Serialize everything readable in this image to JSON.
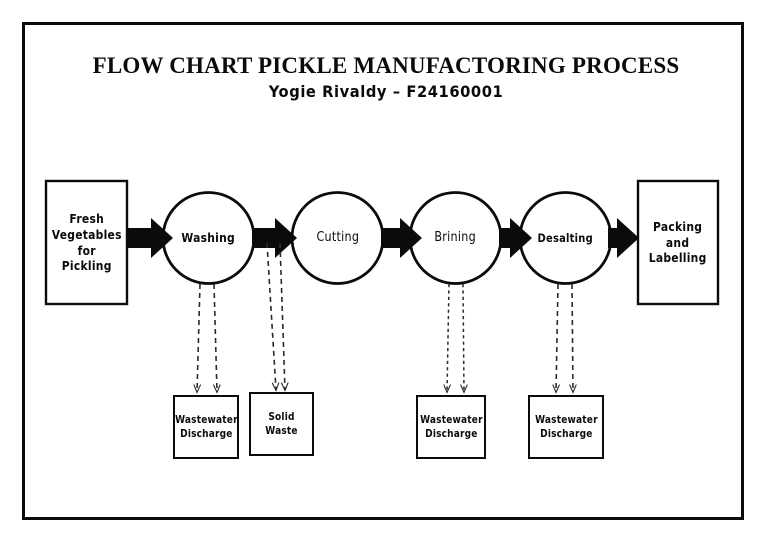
{
  "document": {
    "title": "FLOW CHART PICKLE MANUFACTORING PROCESS",
    "subtitle": "Yogie Rivaldy – F24160001"
  },
  "colors": {
    "ink": "#0b0b0b",
    "paper": "#ffffff",
    "dashed": "#2a2a2a"
  },
  "process": {
    "input": {
      "label": "Fresh\nVegetables\nfor\nPickling",
      "lines": [
        "Fresh",
        "Vegetables",
        "for",
        "Pickling"
      ]
    },
    "steps": [
      {
        "id": "washing",
        "label": "Washing",
        "weight": "bold"
      },
      {
        "id": "cutting",
        "label": "Cutting",
        "weight": "light"
      },
      {
        "id": "brining",
        "label": "Brining",
        "weight": "light"
      },
      {
        "id": "desalting",
        "label": "Desalting",
        "weight": "bold"
      }
    ],
    "output": {
      "label": "Packing\nand\nLabelling",
      "lines": [
        "Packing",
        "and",
        "Labelling"
      ]
    }
  },
  "waste_outputs": [
    {
      "id": "washing-wastewater",
      "lines": [
        "Wastewater",
        "Discharge"
      ],
      "source": "Washing"
    },
    {
      "id": "cutting-solidwaste",
      "lines": [
        "Solid Waste"
      ],
      "source": "Cutting"
    },
    {
      "id": "brining-wastewater",
      "lines": [
        "Wastewater",
        "Discharge"
      ],
      "source": "Brining"
    },
    {
      "id": "desalting-wastewater",
      "lines": [
        "Wastewater",
        "Discharge"
      ],
      "source": "Desalting"
    }
  ],
  "chart_data": {
    "type": "diagram",
    "title": "FLOW CHART PICKLE MANUFACTORING PROCESS",
    "subtitle": "Yogie Rivaldy – F24160001",
    "nodes": [
      {
        "id": "input",
        "shape": "rectangle",
        "text": "Fresh Vegetables for Pickling"
      },
      {
        "id": "washing",
        "shape": "circle",
        "text": "Washing"
      },
      {
        "id": "cutting",
        "shape": "circle",
        "text": "Cutting"
      },
      {
        "id": "brining",
        "shape": "circle",
        "text": "Brining"
      },
      {
        "id": "desalting",
        "shape": "circle",
        "text": "Desalting"
      },
      {
        "id": "output",
        "shape": "rectangle",
        "text": "Packing and Labelling"
      },
      {
        "id": "waste1",
        "shape": "rectangle",
        "text": "Wastewater Discharge"
      },
      {
        "id": "waste2",
        "shape": "rectangle",
        "text": "Solid Waste"
      },
      {
        "id": "waste3",
        "shape": "rectangle",
        "text": "Wastewater Discharge"
      },
      {
        "id": "waste4",
        "shape": "rectangle",
        "text": "Wastewater Discharge"
      }
    ],
    "edges": [
      {
        "from": "input",
        "to": "washing",
        "style": "solid-block-arrow"
      },
      {
        "from": "washing",
        "to": "cutting",
        "style": "solid-block-arrow"
      },
      {
        "from": "cutting",
        "to": "brining",
        "style": "solid-block-arrow"
      },
      {
        "from": "brining",
        "to": "desalting",
        "style": "solid-block-arrow"
      },
      {
        "from": "desalting",
        "to": "output",
        "style": "solid-block-arrow"
      },
      {
        "from": "washing",
        "to": "waste1",
        "style": "dashed-double-arrow"
      },
      {
        "from": "cutting",
        "to": "waste2",
        "style": "dashed-double-arrow"
      },
      {
        "from": "brining",
        "to": "waste3",
        "style": "dashed-double-arrow"
      },
      {
        "from": "desalting",
        "to": "waste4",
        "style": "dashed-double-arrow"
      }
    ]
  }
}
